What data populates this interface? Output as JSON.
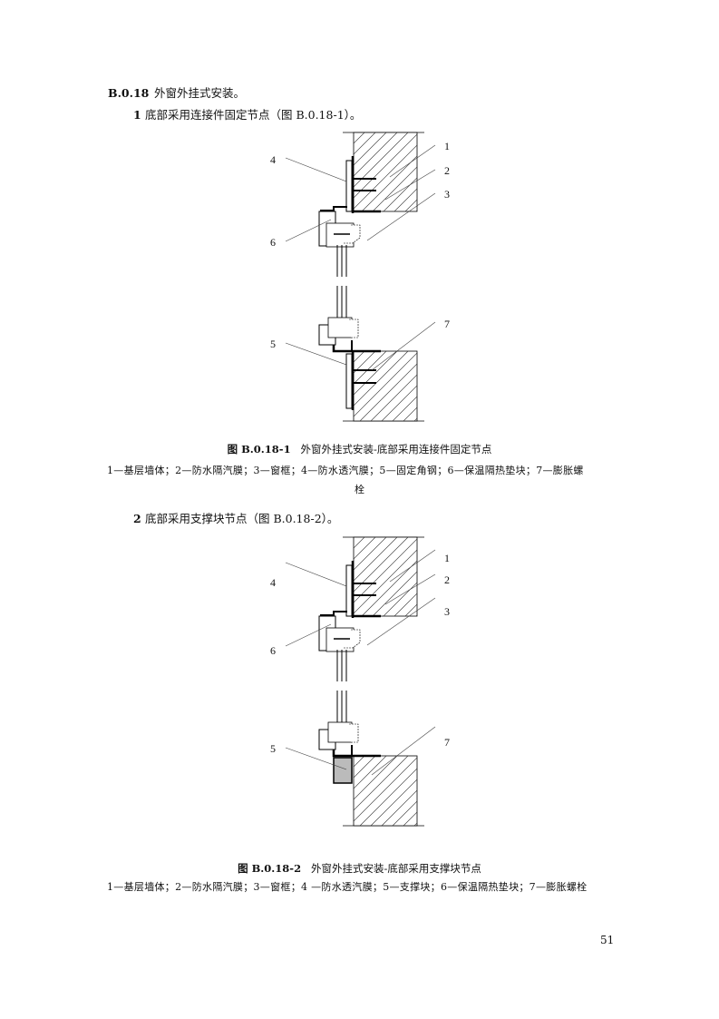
{
  "section": {
    "number": "B.0.18",
    "title": "外窗外挂式安装。"
  },
  "items": [
    {
      "number": "1",
      "text": "底部采用连接件固定节点（图 B.0.18-1）。"
    },
    {
      "number": "2",
      "text": "底部采用支撑块节点（图 B.0.18-2）。"
    }
  ],
  "figures": [
    {
      "number": "图 B.0.18-1",
      "title": "外窗外挂式安装-底部采用连接件固定节点",
      "legend_line1": "1—基层墙体；2—防水隔汽膜；3—窗框；4—防水透汽膜；5—固定角钢；6—保温隔热垫块；7—膨胀螺",
      "legend_line2": "栓",
      "labels": [
        "1",
        "2",
        "3",
        "4",
        "5",
        "6",
        "7"
      ]
    },
    {
      "number": "图 B.0.18-2",
      "title": "外窗外挂式安装-底部采用支撑块节点",
      "legend_line1": "1—基层墙体；2—防水隔汽膜；3—窗框；4 —防水透汽膜；5—支撑块；6—保温隔热垫块；7—膨胀螺栓",
      "labels": [
        "1",
        "2",
        "3",
        "4",
        "5",
        "6",
        "7"
      ]
    }
  ],
  "page_number": "51"
}
